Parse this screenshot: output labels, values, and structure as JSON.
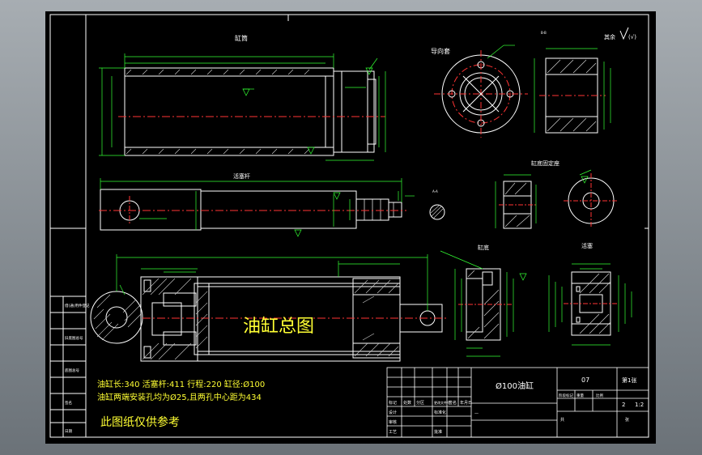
{
  "views": {
    "barrel": "缸筒",
    "guide_sleeve": "导向套",
    "piston_rod": "活塞杆",
    "cap_bracket": "缸底固定座",
    "cylinder_base": "缸底",
    "piston": "活塞",
    "assembly": "油缸总图"
  },
  "roughness_note": "其余",
  "specs": {
    "line1": "油缸长:340 活塞杆:411 行程:220 缸径:Ø100",
    "line2": "油缸两端安装孔均为Ø25,且两孔中心距为434"
  },
  "reference_note": "此图纸仅供参考",
  "title_block": {
    "part_name": "Ø100油缸",
    "drawing_no": "07",
    "sheet_label": "第1张",
    "scale_a": "2",
    "scale_b": "1:2",
    "rows_left": [
      "标记",
      "处数",
      "分区",
      "更改文件号",
      "签名",
      "年月日"
    ],
    "design": "设计",
    "standardize": "标准化",
    "review": "审核",
    "process": "工艺",
    "approve": "批准",
    "stage_label": "阶段标记",
    "weight_label": "重量",
    "ratio_label": "比例",
    "total_label": "共",
    "sheet_of": "张"
  },
  "side_cells": [
    "借(通)用件登记",
    "旧底图总号",
    "底图总号",
    "签名",
    "日期"
  ]
}
